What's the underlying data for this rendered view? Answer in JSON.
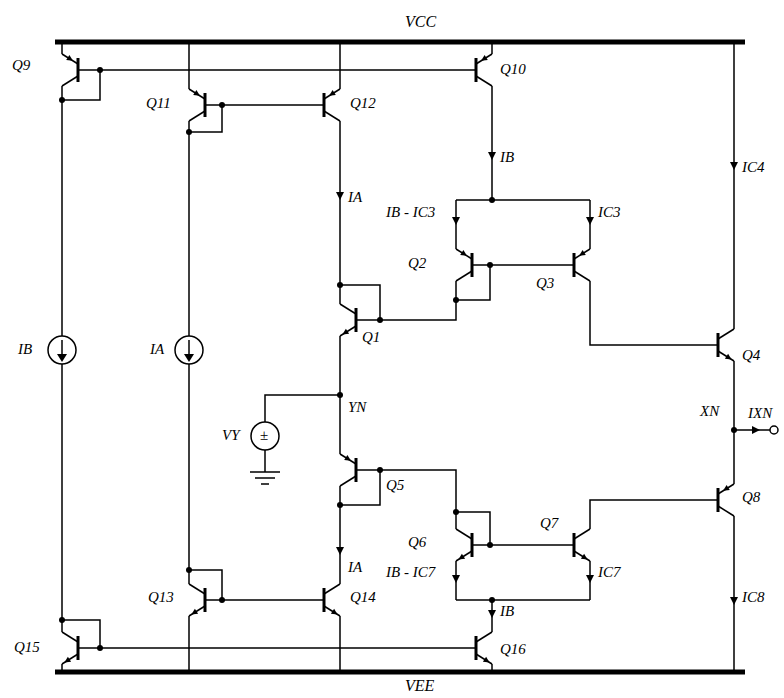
{
  "diagram": {
    "labels": [
      "VCC",
      "Q9",
      "Q10",
      "Q11",
      "Q12",
      "IB",
      "IC4",
      "IA",
      "IB - IC3",
      "IC3",
      "Q2",
      "Q3",
      "Q1",
      "Q4",
      "IB",
      "IA",
      "YN",
      "XN",
      "IXN",
      "VY",
      "±",
      "Q5",
      "Q6",
      "Q7",
      "Q8",
      "IA",
      "IB - IC7",
      "IC7",
      "IC8",
      "Q13",
      "Q14",
      "IB",
      "Q15",
      "Q16",
      "VEE"
    ]
  }
}
